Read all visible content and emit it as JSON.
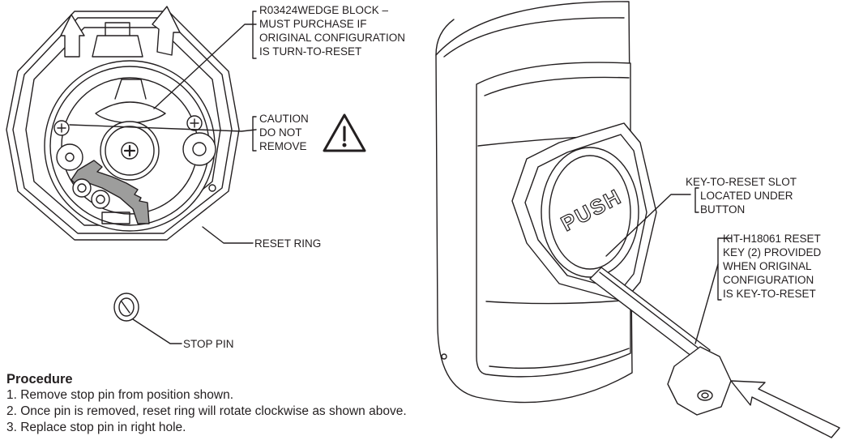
{
  "callouts": {
    "wedge_block": [
      "R03424WEDGE BLOCK –",
      "MUST PURCHASE IF",
      "ORIGINAL CONFIGURATION",
      "IS TURN-TO-RESET"
    ],
    "caution": [
      "CAUTION",
      "DO NOT",
      "REMOVE"
    ],
    "reset_ring": "RESET RING",
    "stop_pin": "STOP PIN",
    "key_slot": [
      "KEY-TO-RESET SLOT",
      "LOCATED UNDER",
      "BUTTON"
    ],
    "reset_key": [
      "KIT-H18061 RESET",
      "KEY (2) PROVIDED",
      "WHEN ORIGINAL",
      "CONFIGURATION",
      "IS KEY-TO-RESET"
    ],
    "push_label": "PUSH"
  },
  "procedure": {
    "title": "Procedure",
    "steps": [
      "1. Remove stop pin from position shown.",
      "2. Once pin is removed, reset ring will rotate clockwise as shown above.",
      "3. Replace stop pin in right hole."
    ]
  },
  "colors": {
    "line": "#231f20",
    "gray_ring": "#9d9d9c",
    "light_fill": "#f2f2f2"
  }
}
